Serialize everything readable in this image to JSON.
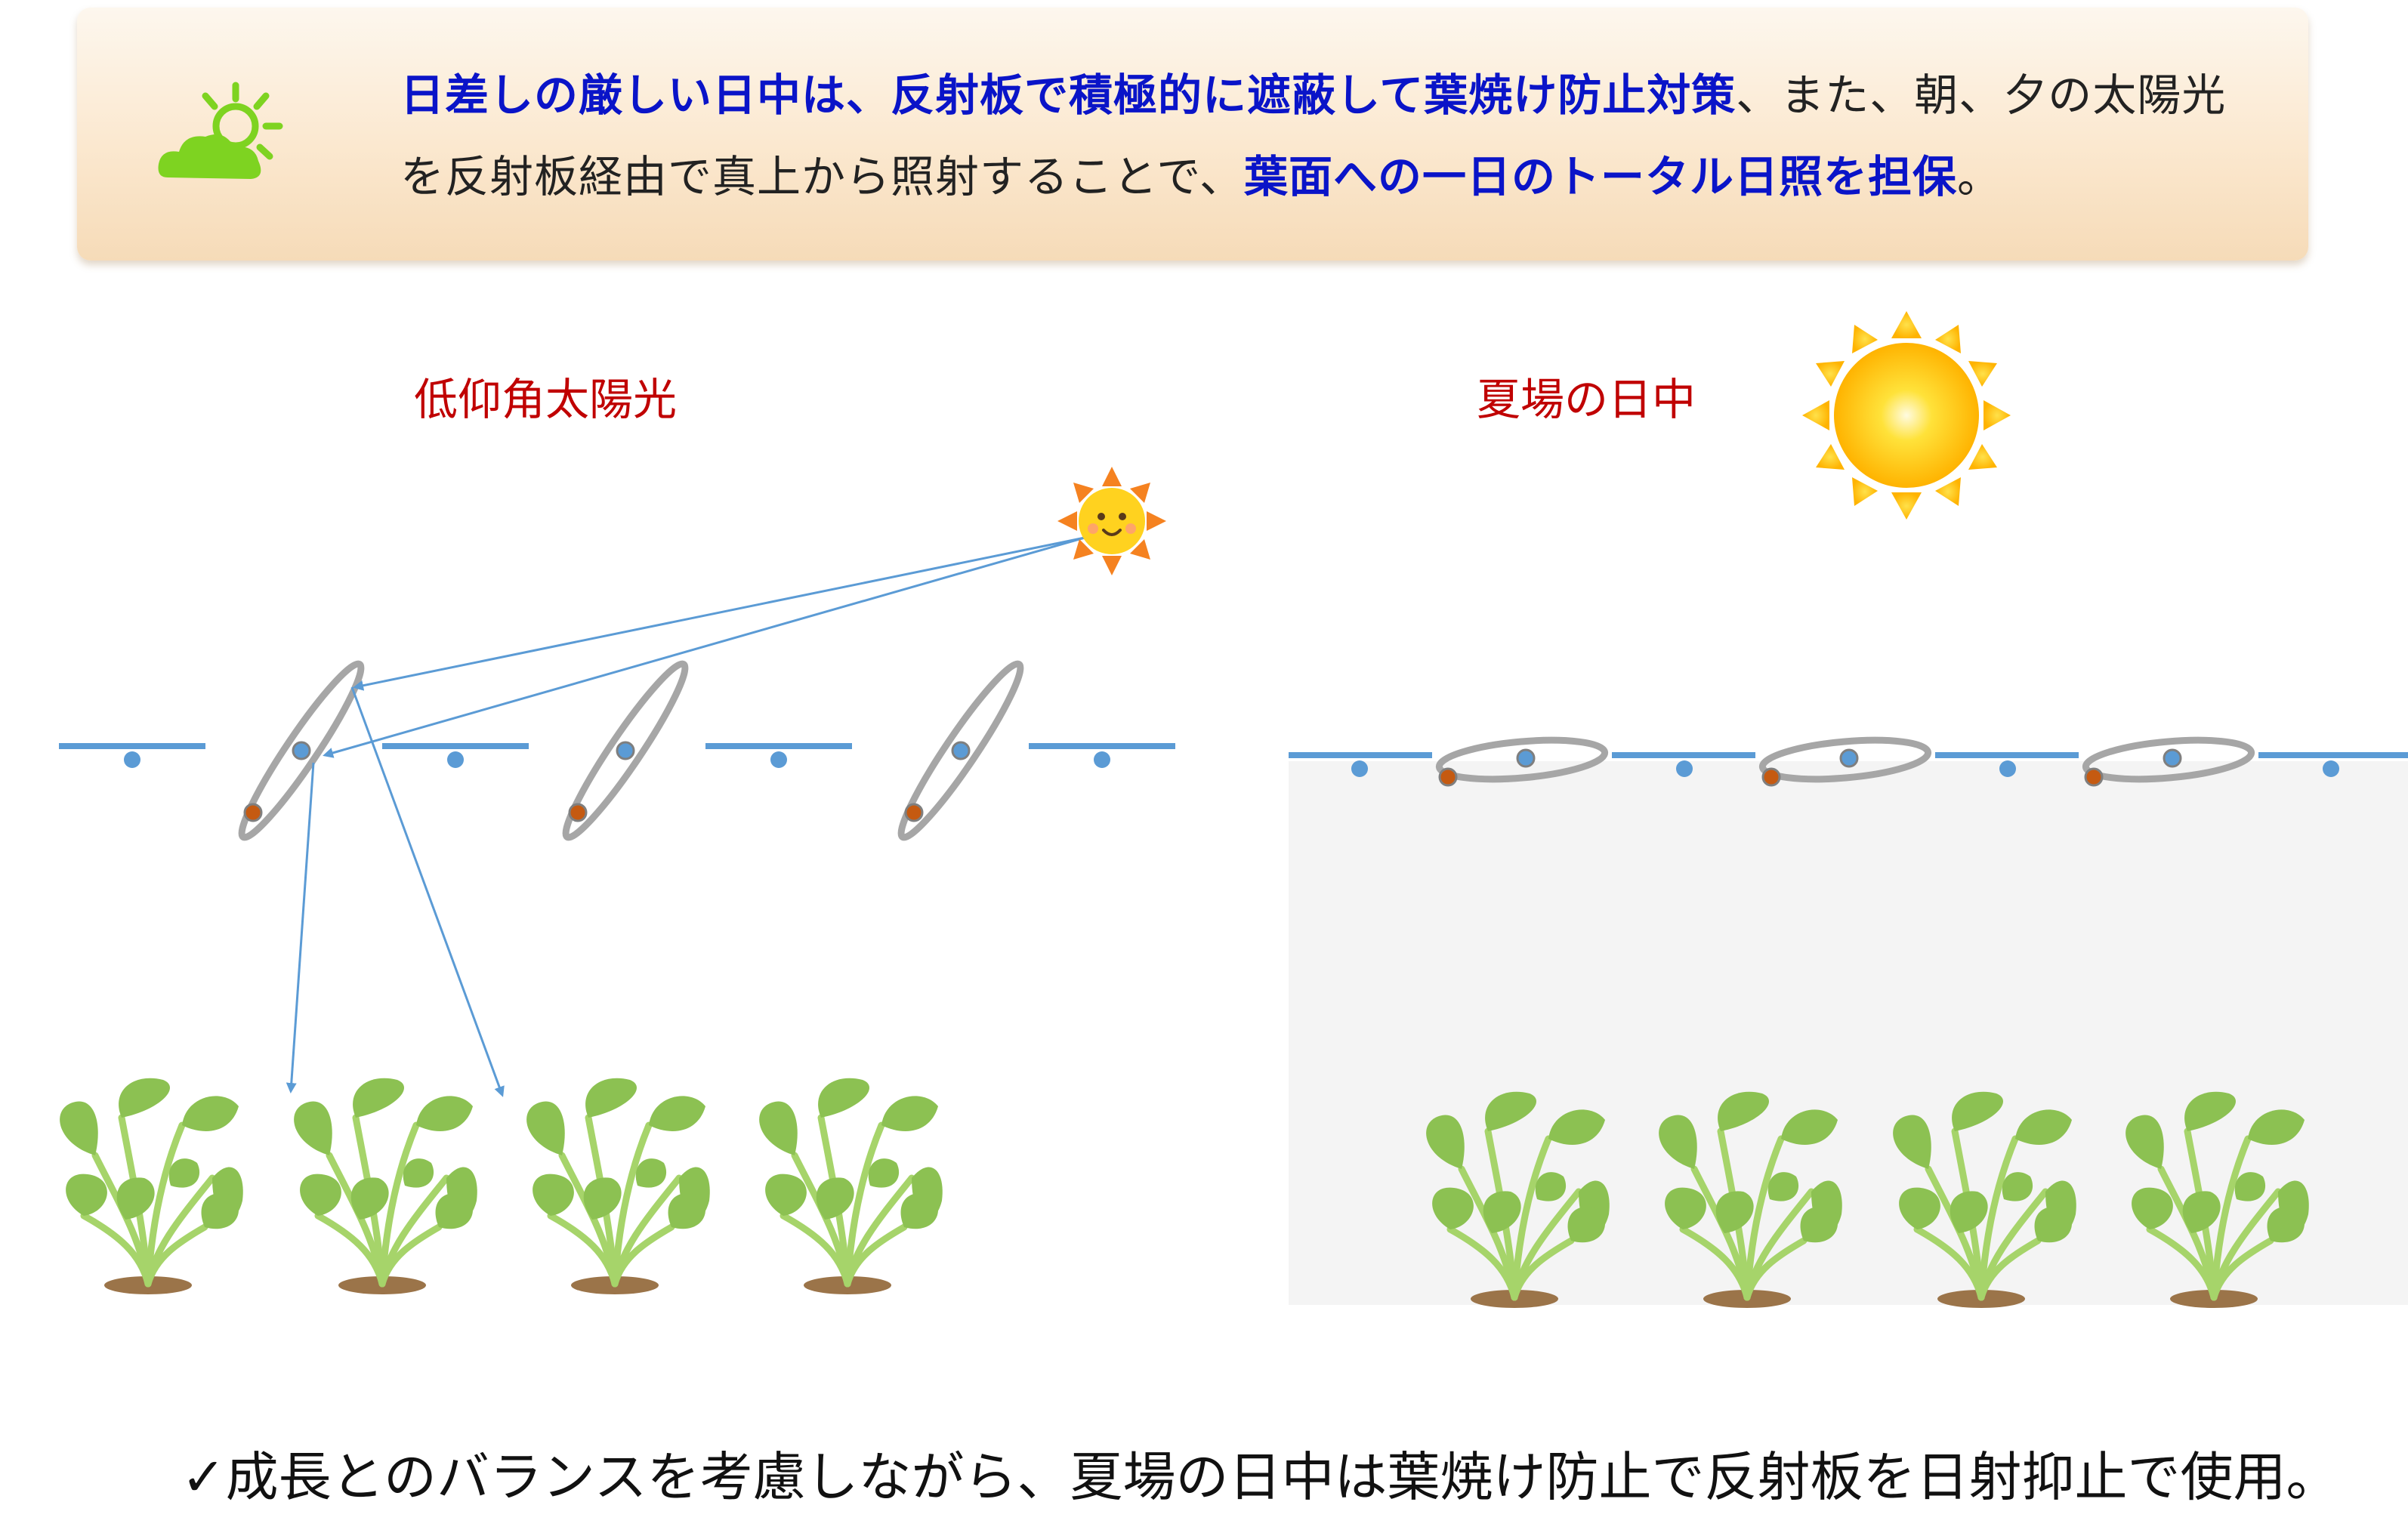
{
  "banner": {
    "icon": "sun-behind-cloud-icon",
    "segments": [
      {
        "text": "日差しの厳しい日中は、反射板で積極的に遮蔽して葉焼け防止対策",
        "hl": true
      },
      {
        "text": "、また、朝、夕の太陽光を反射板経由で真上から照射することで、",
        "hl": false
      },
      {
        "text": "葉面への一日のトータル日照を担保",
        "hl": true
      },
      {
        "text": "。",
        "hl": false
      }
    ]
  },
  "left_panel": {
    "title": "低仰角太陽光",
    "sun_icon": "smiling-sun-icon",
    "reflector_count": 3,
    "plant_count": 4
  },
  "right_panel": {
    "title": "夏場の日中",
    "sun_icon": "bright-sun-icon",
    "reflector_count": 3,
    "plant_count": 4
  },
  "bottom_note": "✓成長とのバランスを考慮しながら、夏場の日中は葉焼け防止で反射板を日射抑止で使用。",
  "colors": {
    "highlight_text": "#0a14c8",
    "label_red": "#c00000",
    "rail": "#5b9bd5",
    "reflector_ring": "#a6a6a6",
    "pivot_orange": "#c55a11",
    "leaf": "#8cc152",
    "soil": "#9b7449",
    "shade": "#f4f4f4"
  }
}
